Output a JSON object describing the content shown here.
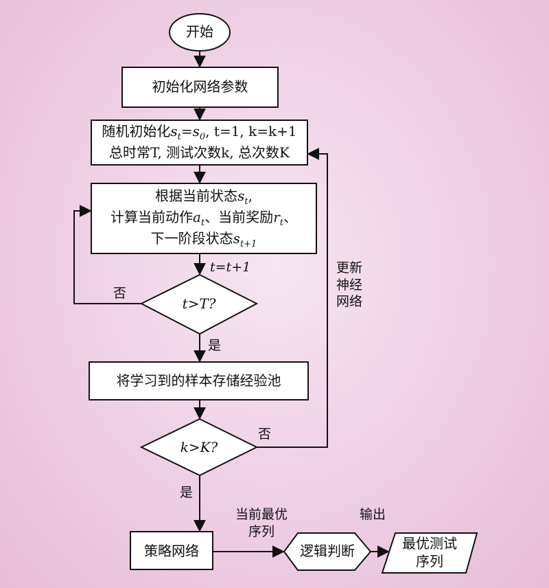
{
  "nodes": {
    "start": "开始",
    "init_params": "初始化网络参数",
    "random_init": {
      "line1_prefix": "随机初始化",
      "line1_math": "s",
      "line1_sub": "t",
      "line1_rest": "=s",
      "line1_sub2": "0",
      "line1_tail": ", t=1, k=k+1",
      "line2": "总时常T, 测试次数k, 总次数K"
    },
    "compute": {
      "line1_prefix": "根据当前状态",
      "line1_math": "s",
      "line1_sub": "t",
      "line1_tail": ",",
      "line2_a": "计算当前动作",
      "line2_a_math": "a",
      "line2_a_sub": "t",
      "line2_b": "、当前奖励",
      "line2_b_math": "r",
      "line2_b_sub": "t",
      "line2_c": "、",
      "line3_prefix": "下一阶段状态",
      "line3_math": "s",
      "line3_sub": "t+1"
    },
    "decision_t": "t>T?",
    "store": "将学习到的样本存储经验池",
    "decision_k": "k>K?",
    "policy": "策略网络",
    "logic": "逻辑判断",
    "output_seq": {
      "line1": "最优测试",
      "line2": "序列"
    }
  },
  "edge_labels": {
    "t_increment": "t=t+1",
    "no_t": "否",
    "yes_t": "是",
    "no_k": "否",
    "yes_k": "是",
    "update_net": {
      "line1": "更新",
      "line2": "神经",
      "line3": "网络"
    },
    "current_best": {
      "line1": "当前最优",
      "line2": "序列"
    },
    "output": "输出"
  },
  "colors": {
    "background": "#efd2e6",
    "box_fill": "#ffffff",
    "stroke": "#111111"
  }
}
